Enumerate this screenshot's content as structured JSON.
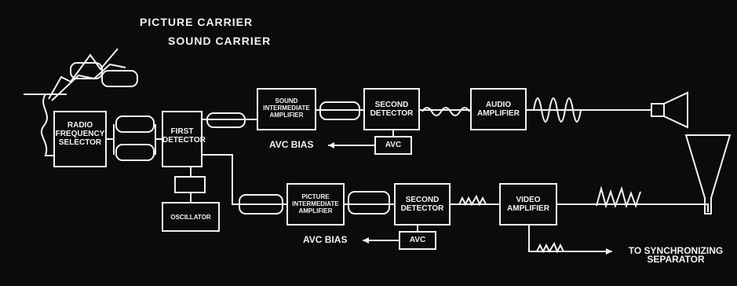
{
  "carriers": {
    "picture": "PICTURE CARRIER",
    "sound": "SOUND CARRIER"
  },
  "blocks": {
    "rf_selector": "RADIO\nFREQUENCY\nSELECTOR",
    "first_detector": "FIRST\nDETECTOR",
    "oscillator": "OSCILLATOR",
    "sound_if": "SOUND\nINTERMEDIATE\nAMPLIFIER",
    "sound_second_detector": "SECOND\nDETECTOR",
    "audio_amplifier": "AUDIO\nAMPLIFIER",
    "picture_if": "PICTURE\nINTERMEDIATE\nAMPLIFIER",
    "picture_second_detector": "SECOND\nDETECTOR",
    "video_amplifier": "VIDEO\nAMPLIFIER",
    "sound_avc": "AVC",
    "picture_avc": "AVC"
  },
  "labels": {
    "sound_avc_bias": "AVC BIAS",
    "picture_avc_bias": "AVC BIAS",
    "sync_separator": "TO SYNCHRONIZING\nSEPARATOR"
  },
  "colors": {
    "background": "#0b0b0b",
    "line": "#f2f2f2"
  }
}
